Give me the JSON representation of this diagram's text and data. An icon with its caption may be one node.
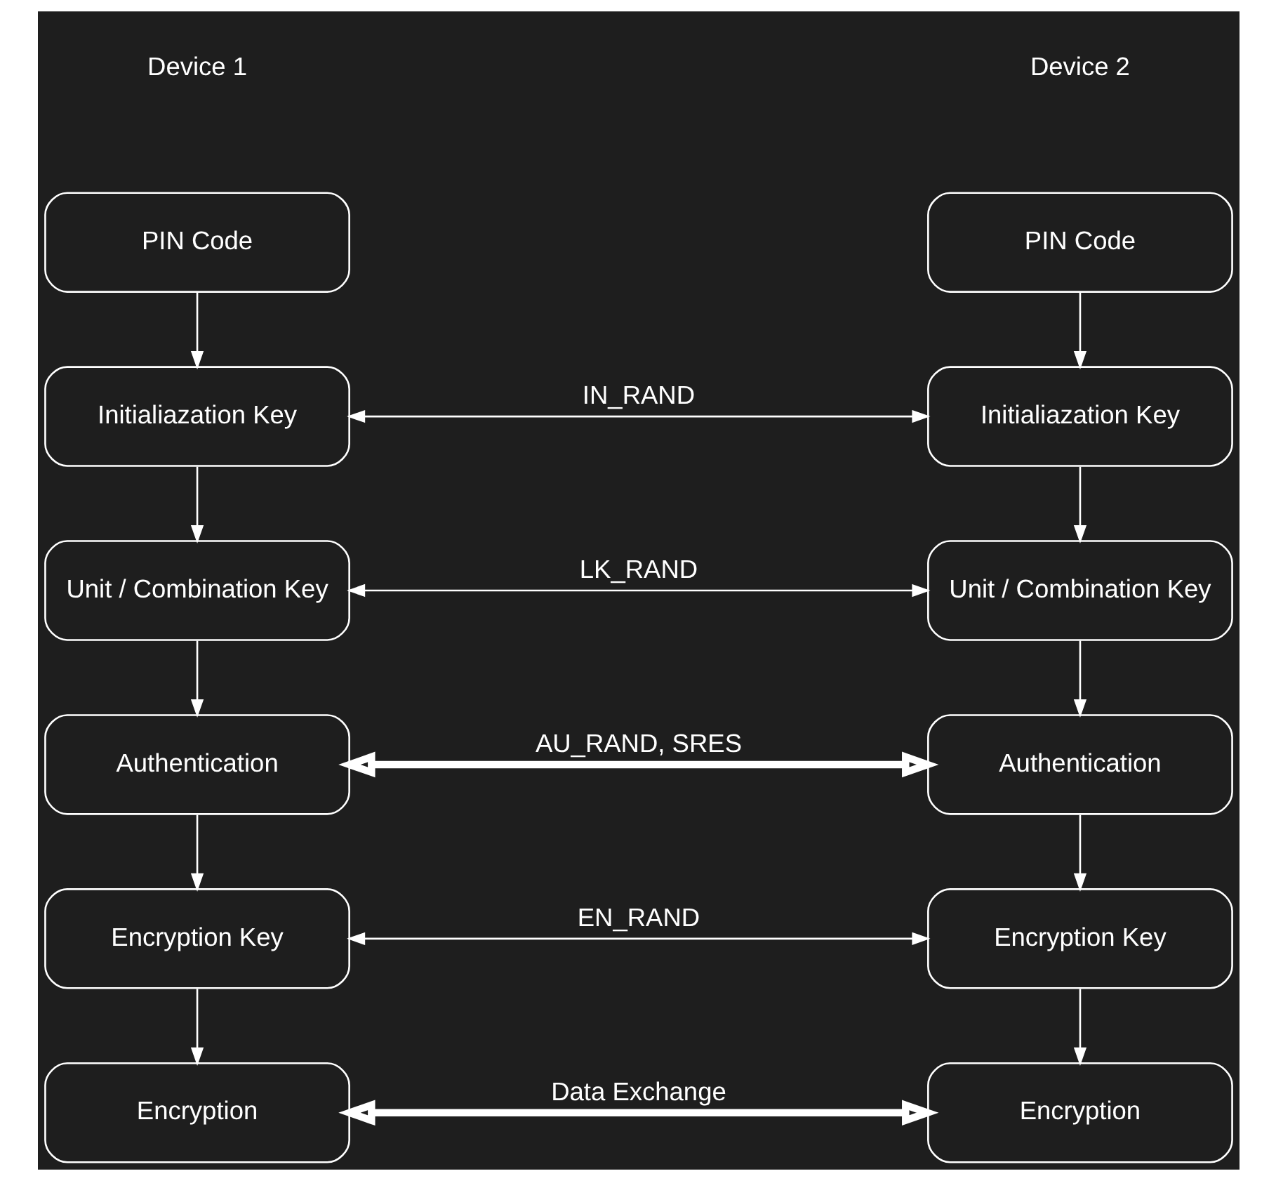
{
  "diagram": {
    "nodes": [
      {
        "text": [
          "PIN Code"
        ]
      },
      {
        "text": [
          "PIN Code"
        ]
      },
      {
        "text": [
          "Initialiazation Key"
        ]
      },
      {
        "text": [
          "Initialiazation Key"
        ]
      },
      {
        "text": [
          "Unit / Combination Key"
        ]
      },
      {
        "text": [
          "Unit / Combination Key"
        ]
      },
      {
        "text": [
          "Authentication"
        ]
      },
      {
        "text": [
          "Authentication"
        ]
      },
      {
        "text": [
          "Encryption Key"
        ]
      },
      {
        "text": [
          "Encryption Key"
        ]
      },
      {
        "text": [
          "Encryption"
        ]
      },
      {
        "text": [
          "Encryption"
        ]
      }
    ],
    "edges": [
      {
        "from": 0,
        "to": 2,
        "arrow": "to"
      },
      {
        "from": 1,
        "to": 3,
        "arrow": "to"
      },
      {
        "from": 2,
        "to": 3,
        "arrow": "both",
        "label": "IN_RAND"
      },
      {
        "from": 2,
        "to": 4,
        "arrow": "to"
      },
      {
        "from": 3,
        "to": 5,
        "arrow": "to"
      },
      {
        "from": 4,
        "to": 5,
        "arrow": "both",
        "label": "LK_RAND"
      },
      {
        "from": 4,
        "to": 6,
        "arrow": "to"
      },
      {
        "from": 5,
        "to": 7,
        "arrow": "to"
      },
      {
        "from": 6,
        "to": 7,
        "arrow": "both",
        "label": "AU_RAND, SRES",
        "style": "thick"
      },
      {
        "from": 6,
        "to": 8,
        "arrow": "to"
      },
      {
        "from": 7,
        "to": 9,
        "arrow": "to"
      },
      {
        "from": 8,
        "to": 9,
        "arrow": "both",
        "label": "EN_RAND"
      },
      {
        "from": 8,
        "to": 10,
        "arrow": "to"
      },
      {
        "from": 9,
        "to": 11,
        "arrow": "to"
      },
      {
        "from": 10,
        "to": 11,
        "arrow": "both",
        "label": "Data Exchange",
        "style": "thick"
      }
    ],
    "labels": [
      "Device 1",
      "Device 2"
    ]
  }
}
